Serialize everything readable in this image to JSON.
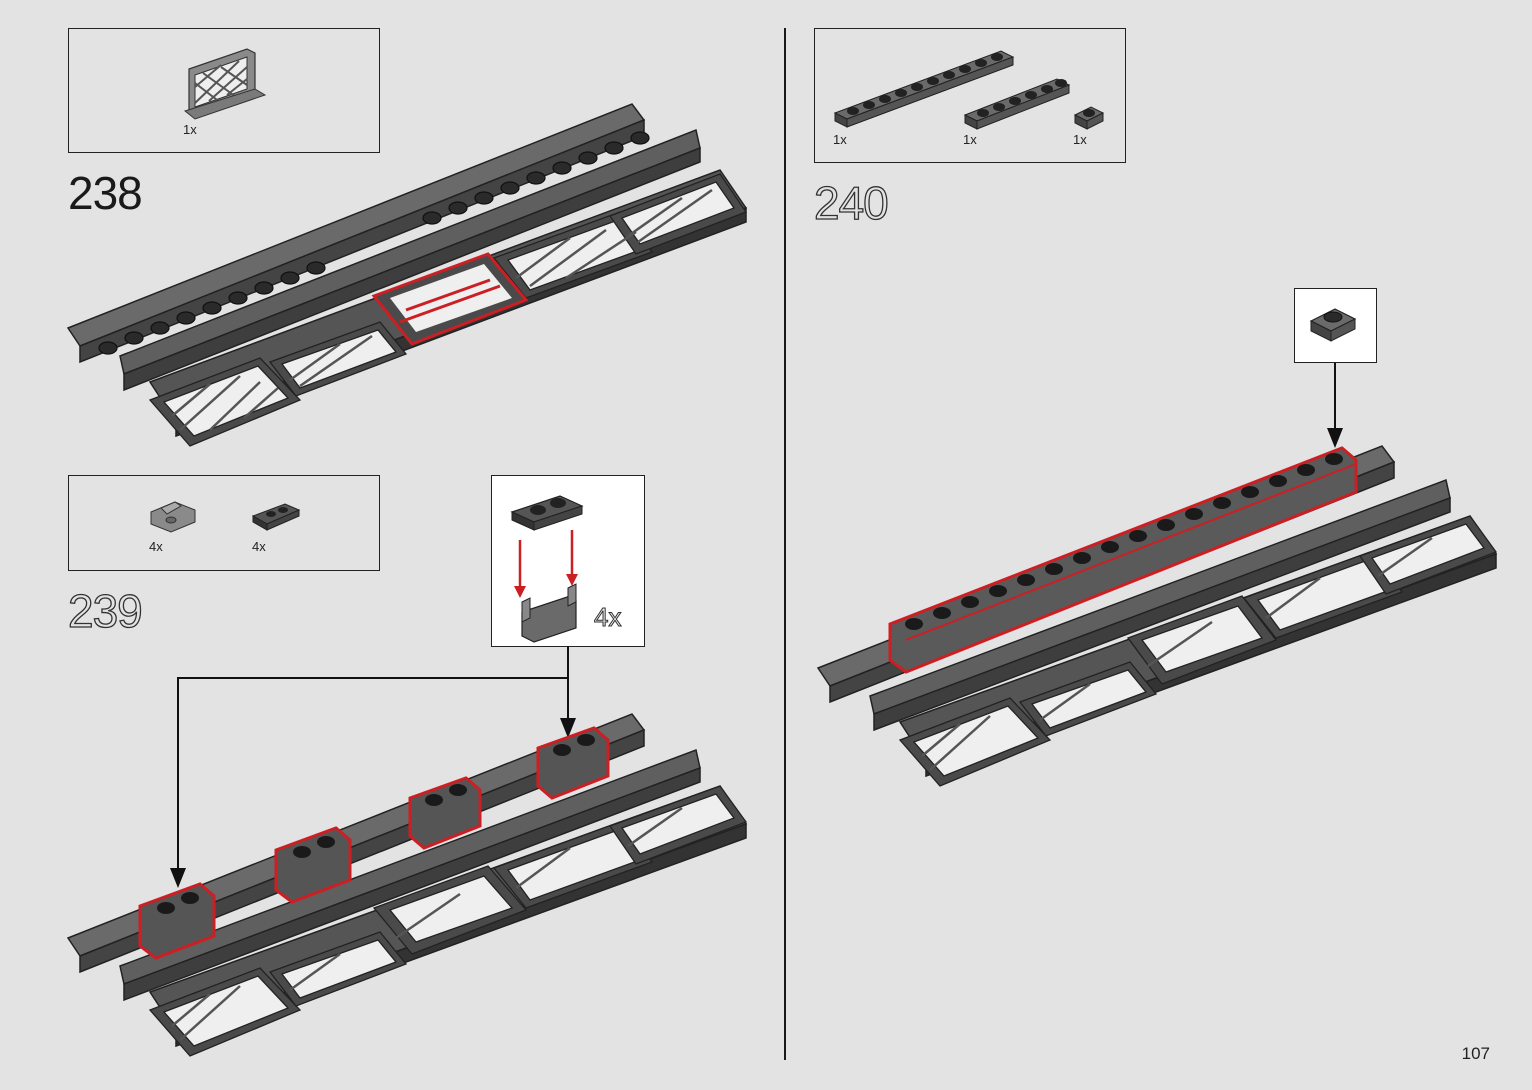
{
  "page_number": "107",
  "steps": [
    {
      "number": "238",
      "style": "filled",
      "parts": [
        {
          "qty": "1x",
          "part_icon": "lattice-fence-icon"
        }
      ]
    },
    {
      "number": "239",
      "style": "outline",
      "parts": [
        {
          "qty": "4x",
          "part_icon": "bracket-plate-icon"
        },
        {
          "qty": "4x",
          "part_icon": "plate-1x2-clip-icon"
        }
      ],
      "callout_qty": "4x"
    },
    {
      "number": "240",
      "style": "outline",
      "parts": [
        {
          "qty": "1x",
          "part_icon": "plate-1x10-icon"
        },
        {
          "qty": "1x",
          "part_icon": "plate-1x6-icon"
        },
        {
          "qty": "1x",
          "part_icon": "plate-1x1-icon"
        }
      ]
    }
  ],
  "colors": {
    "background": "#e3e3e3",
    "highlight": "#cc1f24",
    "brick": "#5e5e5e",
    "brick_dark": "#3c3c3c"
  }
}
